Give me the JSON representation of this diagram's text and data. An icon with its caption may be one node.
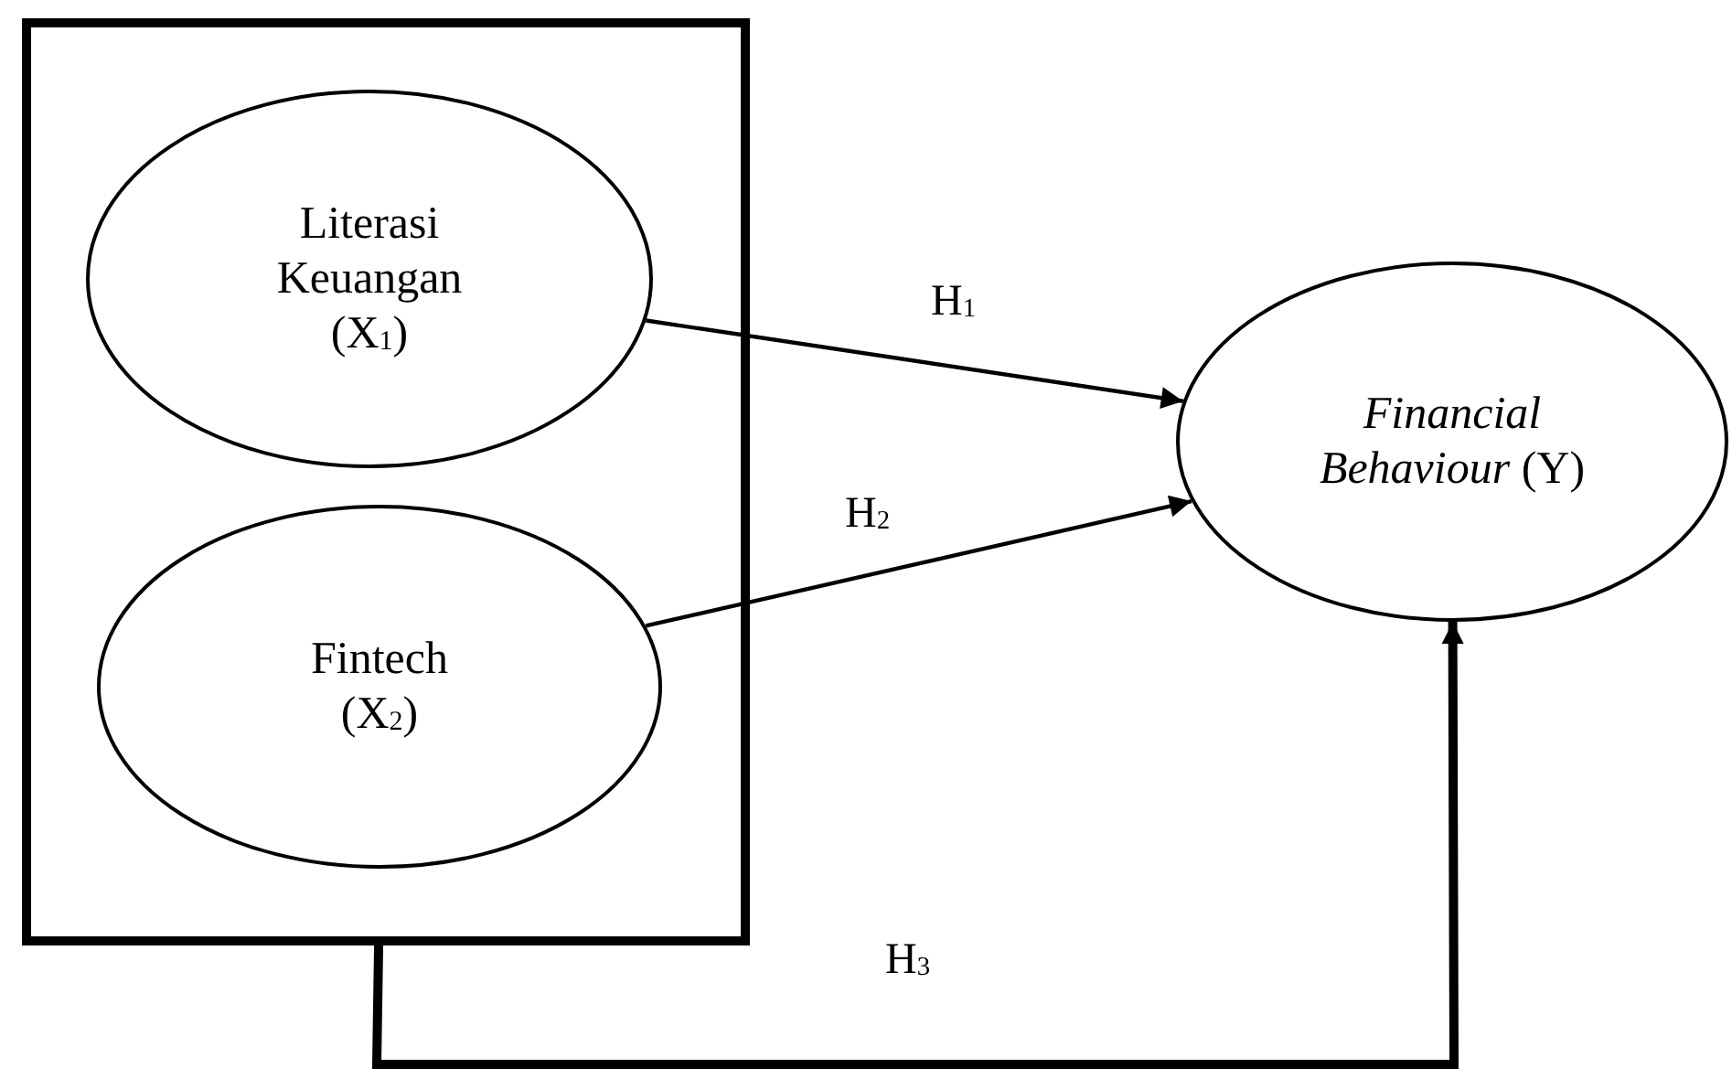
{
  "diagram": {
    "nodes": [
      {
        "text": [],
        "shape": "box"
      },
      {
        "text": [
          "Literasi Keuangan (X$_{1}$)"
        ],
        "in": 0
      },
      {
        "text": [
          "Fintech (X$_{2}$)"
        ],
        "in": 0
      },
      {
        "text": [
          "*Financial Behaviour* (Y)"
        ]
      }
    ],
    "edges": [
      {
        "from": 1,
        "to": 3,
        "arrow": "to",
        "label": "H$_{1}$"
      },
      {
        "from": 2,
        "to": 3,
        "arrow": "to",
        "label": "H$_{2}$"
      },
      {
        "from": 0,
        "to": 3,
        "arrow": "to",
        "label": "H$_{3}$",
        "style": "thick"
      }
    ]
  }
}
